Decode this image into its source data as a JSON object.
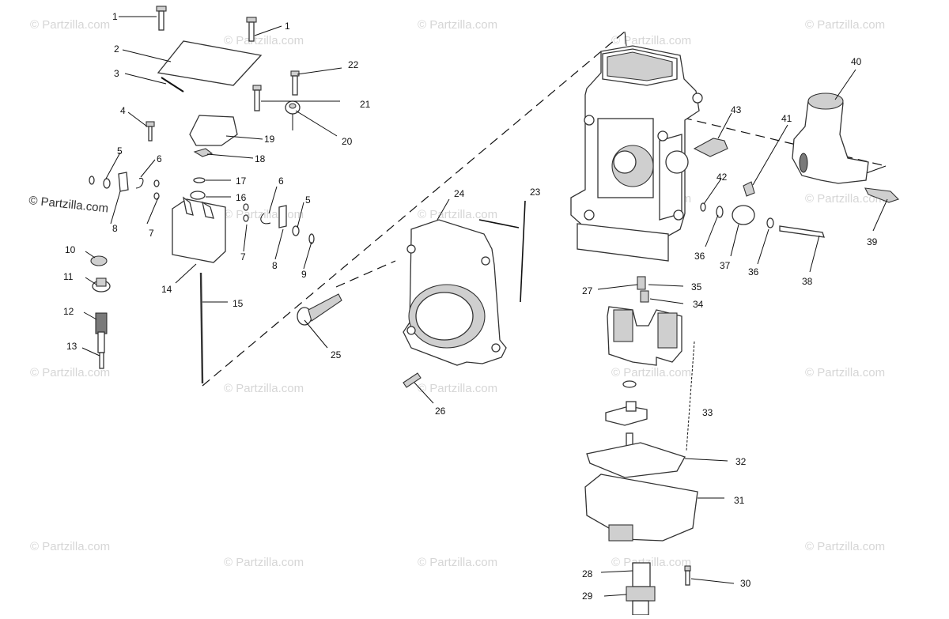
{
  "watermark": {
    "text": "© Partzilla.com",
    "prominent_text": "© Partzilla.com"
  },
  "callouts": {
    "c1a": "1",
    "c1b": "1",
    "c2": "2",
    "c3": "3",
    "c4": "4",
    "c5a": "5",
    "c5b": "5",
    "c6a": "6",
    "c6b": "6",
    "c7a": "7",
    "c7b": "7",
    "c8a": "8",
    "c8b": "8",
    "c9": "9",
    "c10": "10",
    "c11": "11",
    "c12": "12",
    "c13": "13",
    "c14": "14",
    "c15": "15",
    "c16": "16",
    "c17": "17",
    "c18": "18",
    "c19": "19",
    "c20": "20",
    "c21": "21",
    "c22": "22",
    "c23": "23",
    "c24": "24",
    "c25": "25",
    "c26": "26",
    "c27": "27",
    "c28": "28",
    "c29": "29",
    "c30": "30",
    "c31": "31",
    "c32": "32",
    "c33": "33",
    "c34": "34",
    "c35": "35",
    "c36a": "36",
    "c36b": "36",
    "c37": "37",
    "c38": "38",
    "c39": "39",
    "c40": "40",
    "c41": "41",
    "c42": "42",
    "c43": "43"
  }
}
